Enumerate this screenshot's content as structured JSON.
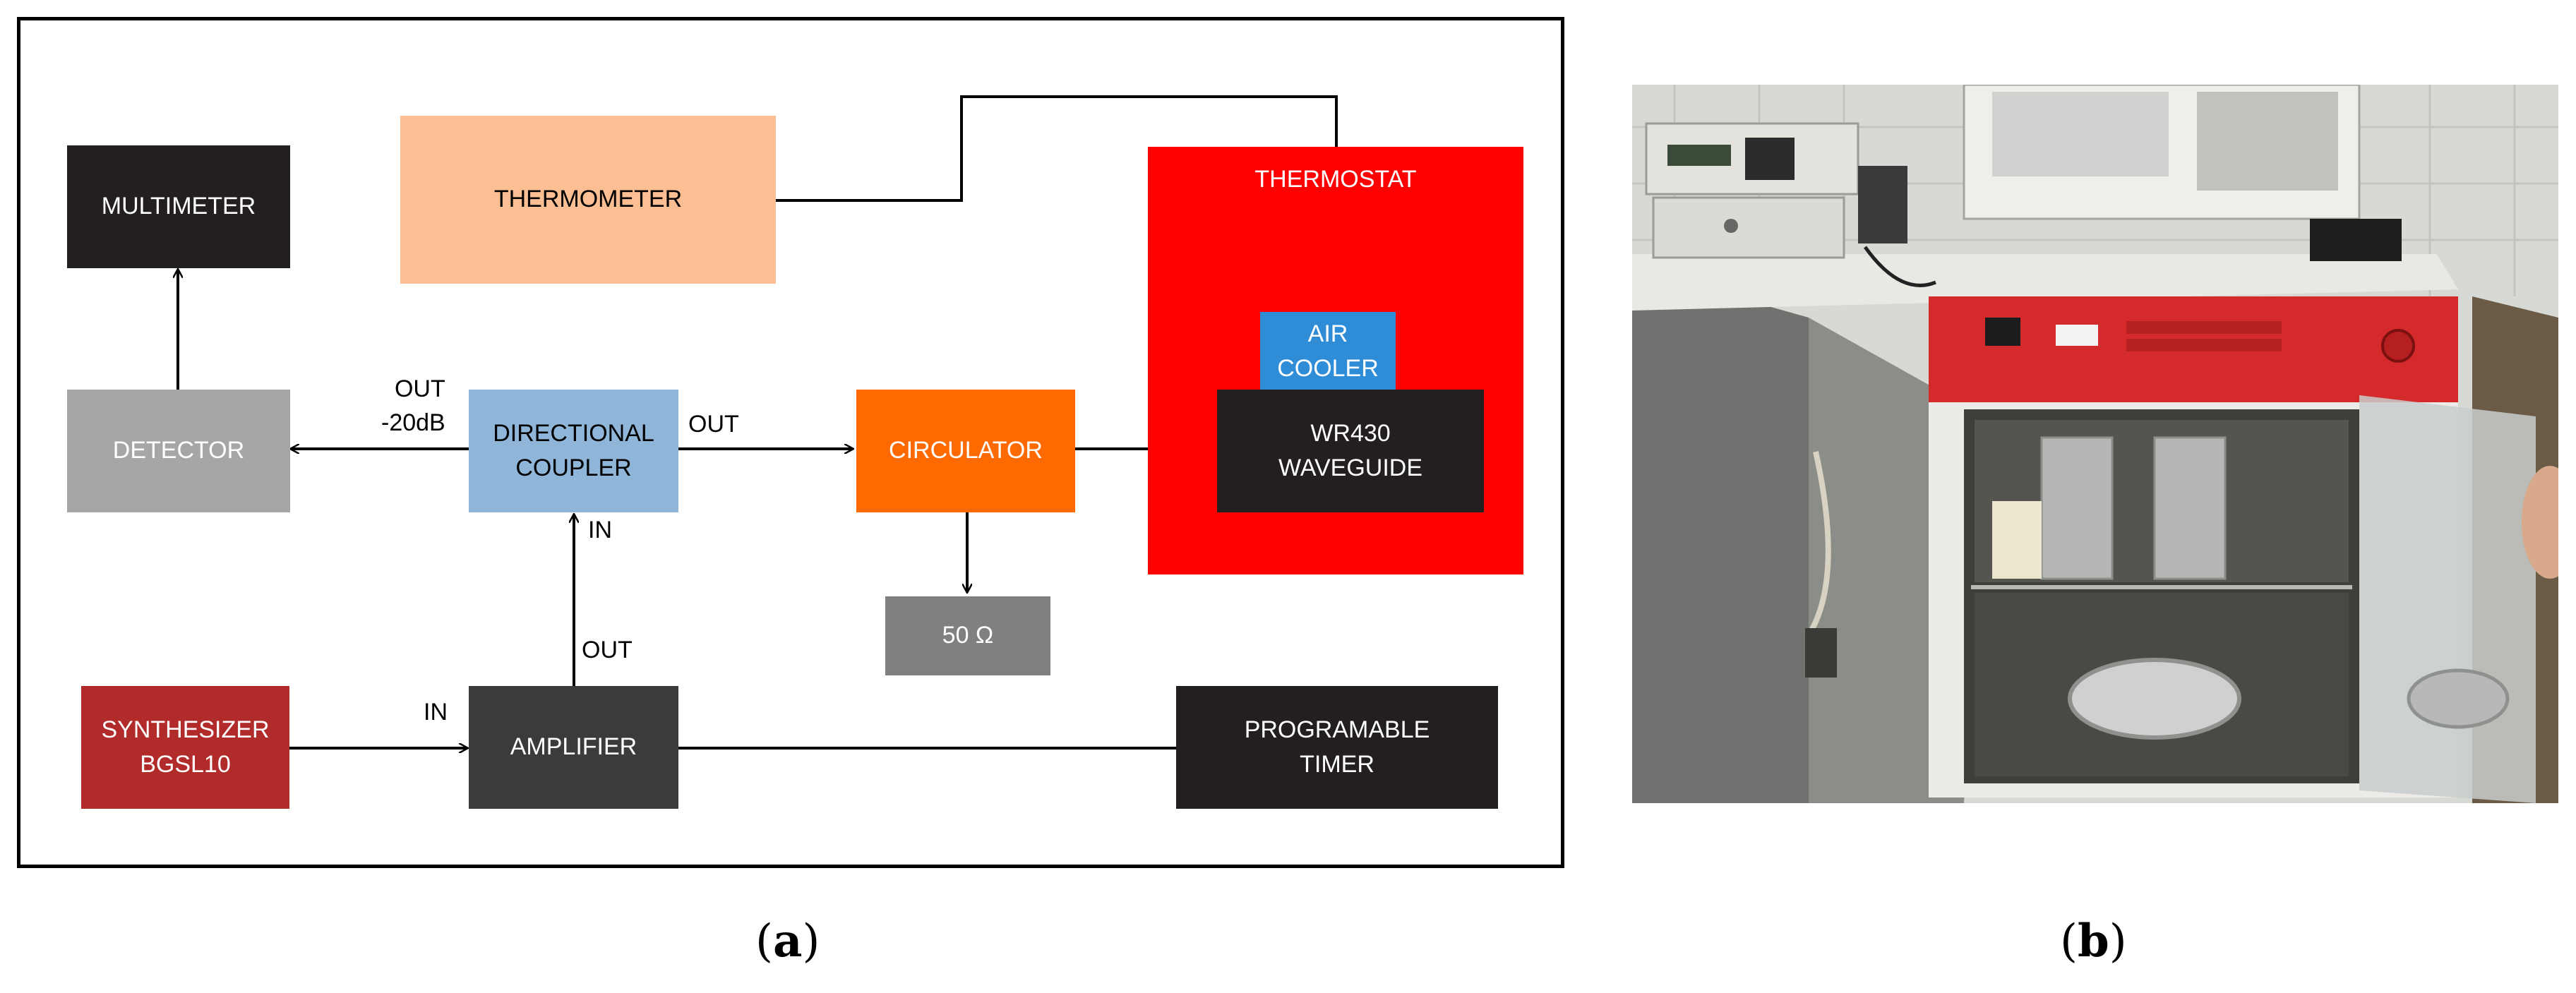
{
  "panel_a": {
    "caption_letter": "a",
    "blocks": {
      "multimeter": [
        "MULTIMETER"
      ],
      "thermometer": [
        "THERMOMETER"
      ],
      "thermostat": [
        "THERMOSTAT"
      ],
      "air_cooler": [
        "AIR COOLER"
      ],
      "waveguide": [
        "WR430",
        "WAVEGUIDE"
      ],
      "detector": [
        "DETECTOR"
      ],
      "directional_coupler": [
        "DIRECTIONAL",
        "COUPLER"
      ],
      "circulator": [
        "CIRCULATOR"
      ],
      "load": [
        "50 Ω"
      ],
      "synthesizer": [
        "SYNTHESIZER",
        "BGSL10"
      ],
      "amplifier": [
        "AMPLIFIER"
      ],
      "timer": [
        "PROGRAMABLE",
        "TIMER"
      ]
    },
    "port_labels": {
      "coupler_out_detector": [
        "OUT",
        "-20dB"
      ],
      "coupler_out_circulator": "OUT",
      "coupler_in": "IN",
      "amplifier_out": "OUT",
      "amplifier_in": "IN"
    },
    "colors": {
      "multimeter": "#231f20",
      "thermometer": "#fbbf93",
      "thermostat": "#ff0000",
      "air_cooler": "#2f8dd8",
      "waveguide": "#231f20",
      "detector": "#a6a6a6",
      "directional_coupler": "#8fb5d9",
      "circulator": "#ff6a00",
      "load": "#808080",
      "synthesizer": "#b22b2b",
      "amplifier": "#3b3b3b",
      "timer": "#231f20"
    }
  },
  "panel_b": {
    "caption_letter": "b",
    "image": "photo of laboratory setup: thermostat incubator with waveguides inside, instruments on top shelf"
  }
}
